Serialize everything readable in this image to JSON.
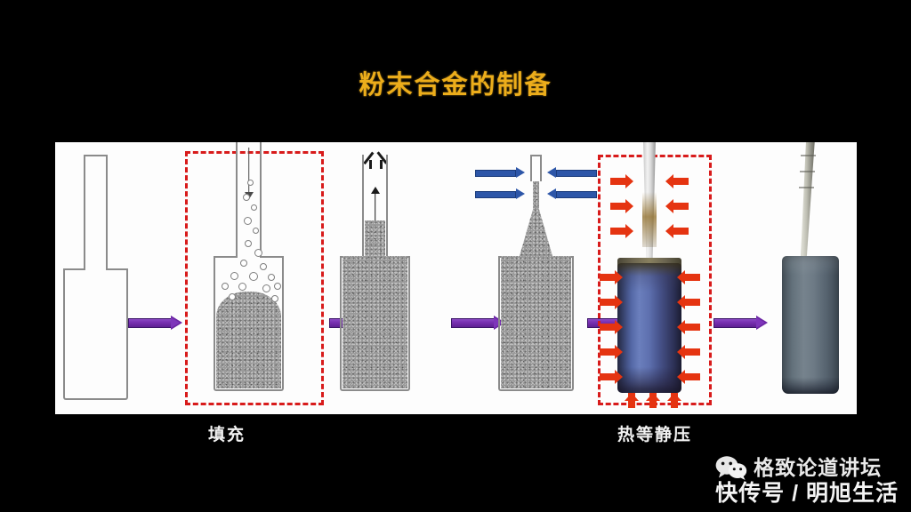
{
  "slide": {
    "title": "粉末合金的制备",
    "title_color": "#ecad1b",
    "background_color": "#000000"
  },
  "diagram": {
    "panel_background": "#fdfdfd",
    "flow_arrow_color": "#7a32b4",
    "highlight_box_color": "#d81b1b",
    "seal_arrow_color": "#2d56a8",
    "pressure_arrow_color": "#e53411",
    "steps": [
      {
        "id": "empty-canister",
        "label": "",
        "kind": "line-art"
      },
      {
        "id": "powder-filling",
        "label": "填充",
        "kind": "line-art",
        "highlighted": true
      },
      {
        "id": "vacuum-degassing",
        "label": "",
        "kind": "line-art"
      },
      {
        "id": "sealing",
        "label": "",
        "kind": "line-art"
      },
      {
        "id": "hot-isostatic-pressing",
        "label": "热等静压",
        "kind": "photo",
        "highlighted": true
      },
      {
        "id": "finished-billet",
        "label": "",
        "kind": "photo"
      }
    ],
    "labels": [
      {
        "text": "填充",
        "step": "powder-filling"
      },
      {
        "text": "热等静压",
        "step": "hot-isostatic-pressing"
      }
    ]
  },
  "watermark": {
    "icon": "wechat-icon",
    "channel": "格致论道讲坛",
    "account": "快传号 / 明旭生活"
  }
}
